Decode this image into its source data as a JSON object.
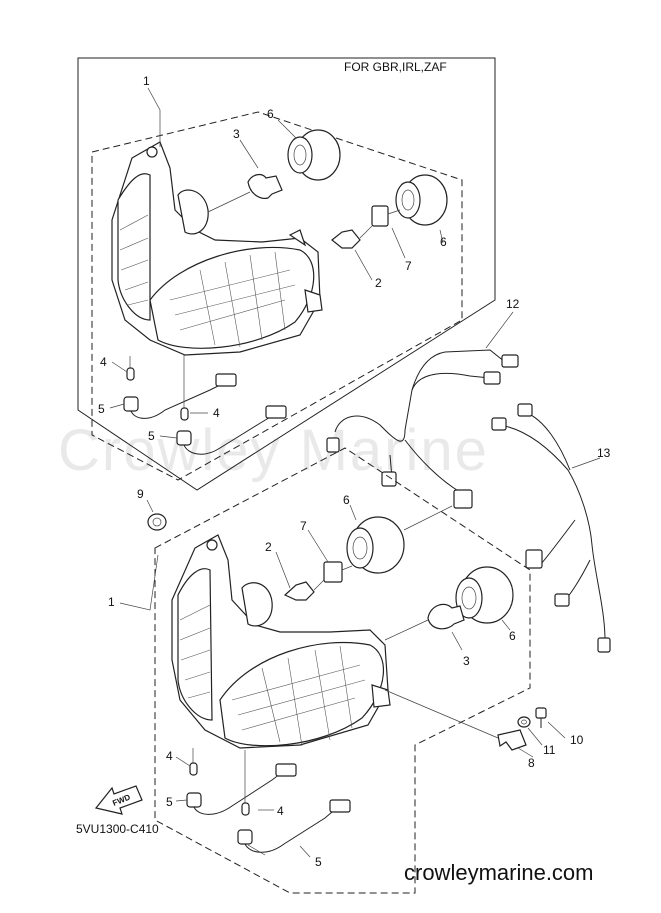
{
  "watermark": "Crowley Marine",
  "header_note": "FOR GBR,IRL,ZAF",
  "drawing_code": "5VU1300-C410",
  "fwd_label": "FWD",
  "website": "crowleymarine.com",
  "callouts": {
    "upper_1": "1",
    "upper_3": "3",
    "upper_6a": "6",
    "upper_6b": "6",
    "upper_7": "7",
    "upper_2": "2",
    "upper_4a": "4",
    "upper_4b": "4",
    "upper_5a": "5",
    "upper_5b": "5",
    "harness_12": "12",
    "harness_13": "13",
    "lower_9": "9",
    "lower_1": "1",
    "lower_2": "2",
    "lower_7": "7",
    "lower_6a": "6",
    "lower_6b": "6",
    "lower_3": "3",
    "lower_4a": "4",
    "lower_4b": "4",
    "lower_5a": "5",
    "lower_5b": "5",
    "lower_8": "8",
    "lower_11": "11",
    "lower_10": "10"
  }
}
